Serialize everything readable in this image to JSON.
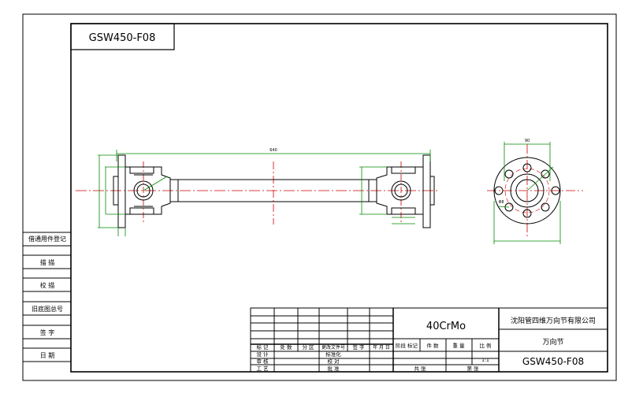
{
  "drawing_number_top": "GSW450-F08",
  "drawing_number": "GSW450-F08",
  "material": "40CrMo",
  "company": "沈阳管四维万向节有限公司",
  "part_name": "万向节",
  "scale": "1:1",
  "side_panel": {
    "general_reg": "借通用件登记",
    "trace": "描 描",
    "proofread": "校 描",
    "old_drawing_no": "旧底图总号",
    "signature": "签 字",
    "date": "日 期"
  },
  "title_block": {
    "mark": "标 记",
    "count": "处 数",
    "zone": "分 区",
    "change_doc": "更改文件号",
    "sign": "签 字",
    "ymd": "年 月 日",
    "design": "设 计",
    "standardize": "标准化",
    "audit": "审 核",
    "proof": "校 对",
    "craft": "工 艺",
    "approve": "批 准",
    "stage_mark": "阶段 标记",
    "qty": "件 数",
    "weight": "重 量",
    "ratio": "比 例",
    "total_sheets": "共 张",
    "sheet_no": "第 张"
  },
  "dimensions": {
    "overall_length": "640",
    "flange_diameter": "90",
    "bolt_circle": "Φ8"
  }
}
